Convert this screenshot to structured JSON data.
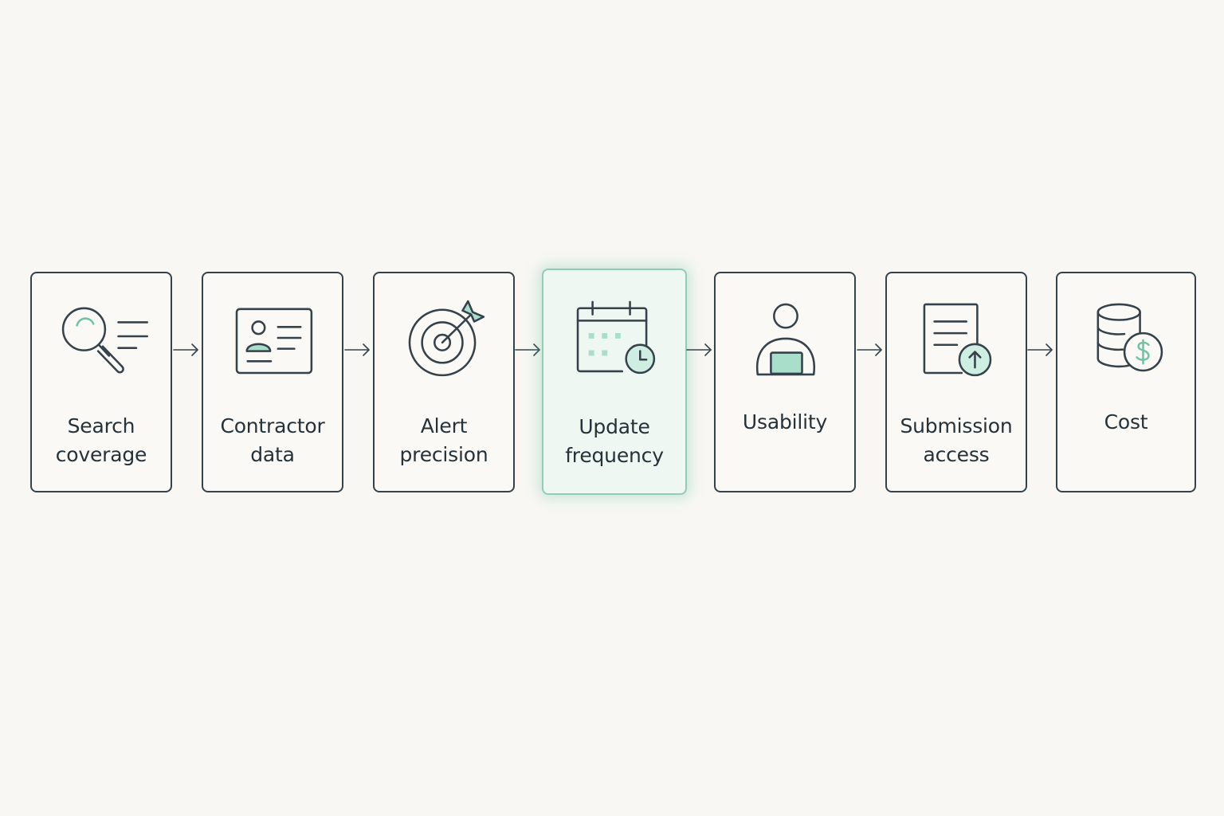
{
  "colors": {
    "background": "#f8f7f3",
    "line": "#35424b",
    "accent": "#70c4a3",
    "accent_fill": "#a9decb",
    "active_border": "#8fcdb5"
  },
  "steps": [
    {
      "label": "Search\ncoverage",
      "icon": "magnifier-with-lines-icon"
    },
    {
      "label": "Contractor\ndata",
      "icon": "id-card-icon"
    },
    {
      "label": "Alert\nprecision",
      "icon": "target-with-arrow-icon"
    },
    {
      "label": "Update\nfrequency",
      "icon": "calendar-clock-icon",
      "highlighted": true
    },
    {
      "label": "Usability",
      "icon": "user-with-laptop-icon"
    },
    {
      "label": "Submission\naccess",
      "icon": "document-upload-icon"
    },
    {
      "label": "Cost",
      "icon": "coins-dollar-icon"
    }
  ]
}
